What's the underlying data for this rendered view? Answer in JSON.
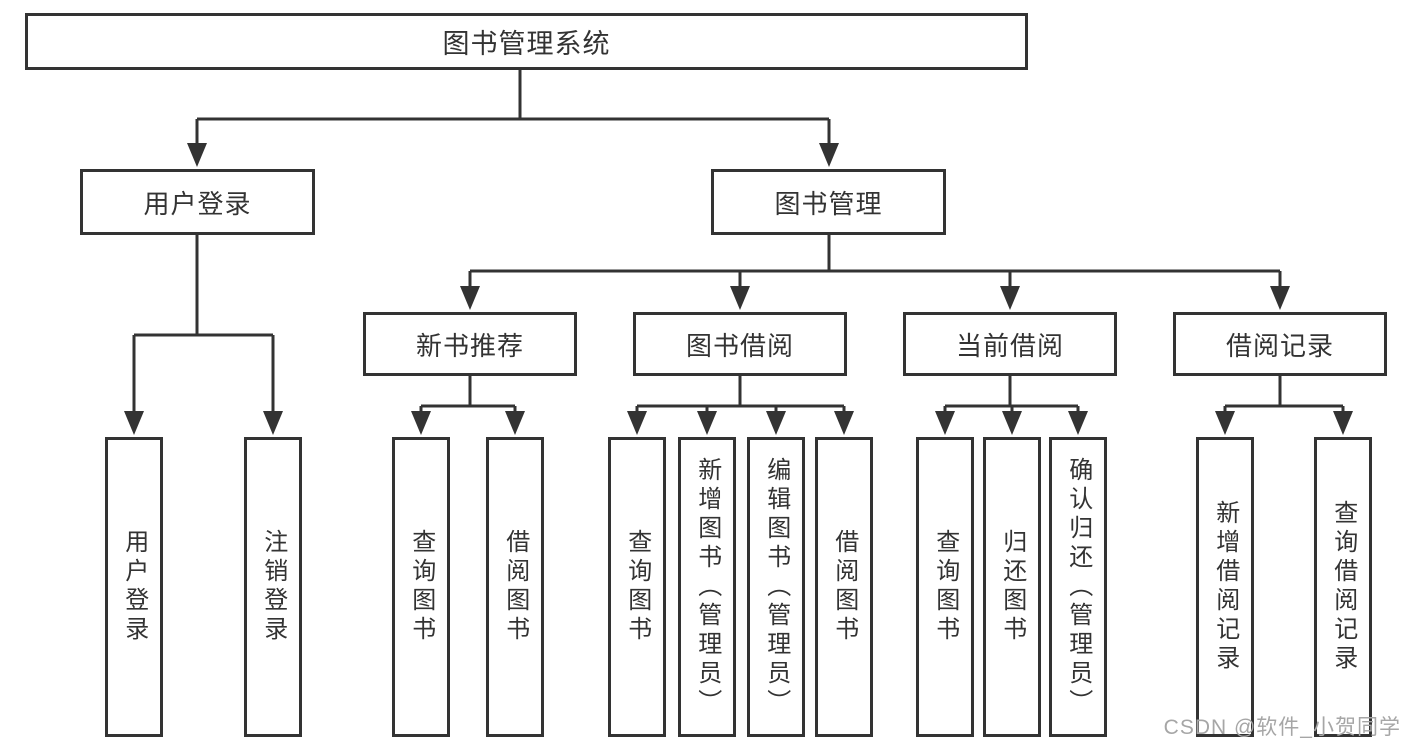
{
  "diagram": {
    "root": {
      "label": "图书管理系统"
    },
    "level2": [
      {
        "label": "用户登录",
        "children": [
          "用户登录",
          "注销登录"
        ]
      },
      {
        "label": "图书管理"
      }
    ],
    "level3": [
      {
        "label": "新书推荐",
        "children": [
          "查询图书",
          "借阅图书"
        ]
      },
      {
        "label": "图书借阅",
        "children": [
          "查询图书",
          "新增图书（管理员）",
          "编辑图书（管理员）",
          "借阅图书"
        ]
      },
      {
        "label": "当前借阅",
        "children": [
          "查询图书",
          "归还图书",
          "确认归还（管理员）"
        ]
      },
      {
        "label": "借阅记录",
        "children": [
          "新增借阅记录",
          "查询借阅记录"
        ]
      }
    ]
  },
  "watermark": {
    "text": "CSDN @软件_小贺同学"
  },
  "colors": {
    "line": "#333333",
    "text": "#333333",
    "box_fill": "#ffffff",
    "watermark": "#a6a6a6"
  }
}
